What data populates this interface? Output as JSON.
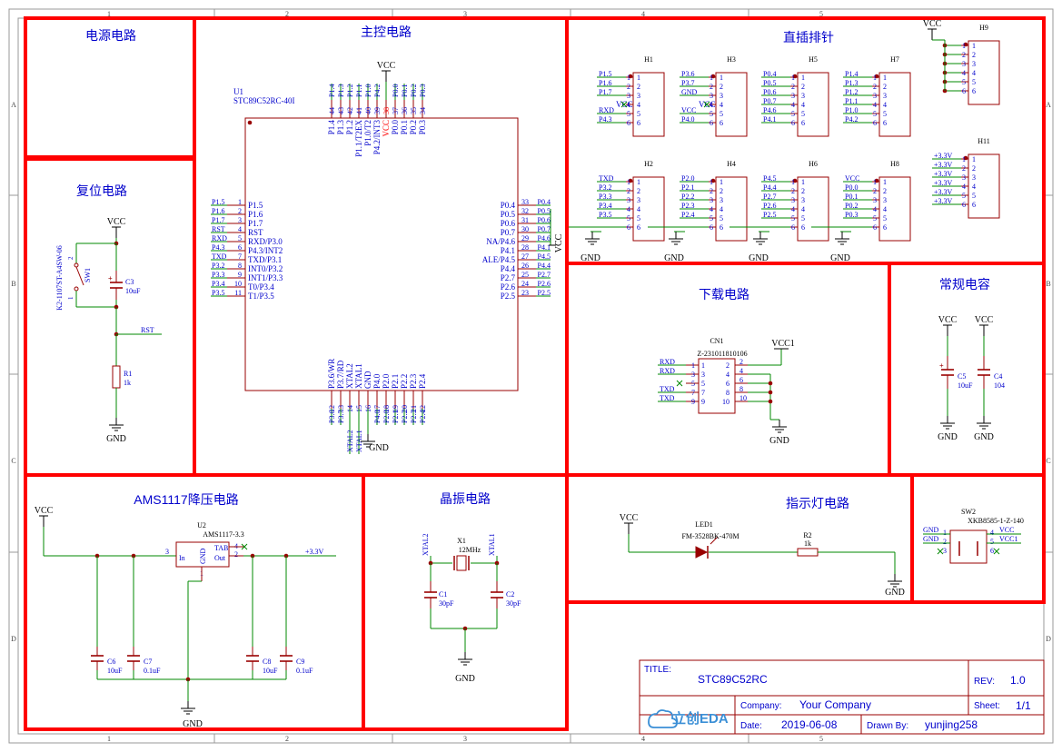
{
  "border": {
    "cols": [
      "1",
      "2",
      "3",
      "4",
      "5"
    ],
    "rows": [
      "A",
      "B",
      "C",
      "D"
    ]
  },
  "sections": {
    "power": "电源电路",
    "reset": "复位电路",
    "mcu": "主控电路",
    "headers": "直插排针",
    "download": "下载电路",
    "caps": "常规电容",
    "ams": "AMS1117降压电路",
    "crystal": "晶振电路",
    "led": "指示灯电路"
  },
  "net": {
    "vcc": "VCC",
    "vcc1": "VCC1",
    "gnd": "GND",
    "rst": "RST",
    "v33": "+3.3V",
    "xtal1": "XTAL1",
    "xtal2": "XTAL2"
  },
  "mcu": {
    "ref": "U1",
    "part": "STC89C52RC-40I",
    "left_pins": [
      {
        "num": "1",
        "name": "P1.5",
        "net": "P1.5"
      },
      {
        "num": "2",
        "name": "P1.6",
        "net": "P1.6"
      },
      {
        "num": "3",
        "name": "P1.7",
        "net": "P1.7"
      },
      {
        "num": "4",
        "name": "RST",
        "net": "RST"
      },
      {
        "num": "5",
        "name": "RXD/P3.0",
        "net": "RXD"
      },
      {
        "num": "6",
        "name": "P4.3/INT2",
        "net": "P4.3"
      },
      {
        "num": "7",
        "name": "TXD/P3.1",
        "net": "TXD"
      },
      {
        "num": "8",
        "name": "INT0/P3.2",
        "net": "P3.2"
      },
      {
        "num": "9",
        "name": "INT1/P3.3",
        "net": "P3.3"
      },
      {
        "num": "10",
        "name": "T0/P3.4",
        "net": "P3.4"
      },
      {
        "num": "11",
        "name": "T1/P3.5",
        "net": "P3.5"
      }
    ],
    "right_pins": [
      {
        "num": "33",
        "name": "P0.4",
        "net": "P0.4"
      },
      {
        "num": "32",
        "name": "P0.5",
        "net": "P0.5"
      },
      {
        "num": "31",
        "name": "P0.6",
        "net": "P0.6"
      },
      {
        "num": "30",
        "name": "P0.7",
        "net": "P0.7"
      },
      {
        "num": "29",
        "name": "NA/P4.6",
        "net": "P4.6"
      },
      {
        "num": "28",
        "name": "P4.1",
        "net": "P4.1"
      },
      {
        "num": "27",
        "name": "ALE/P4.5",
        "net": "P4.5"
      },
      {
        "num": "26",
        "name": "P4.4",
        "net": "P4.4"
      },
      {
        "num": "25",
        "name": "P2.7",
        "net": "P2.7"
      },
      {
        "num": "24",
        "name": "P2.6",
        "net": "P2.6"
      },
      {
        "num": "23",
        "name": "P2.5",
        "net": "P2.5"
      }
    ],
    "top_pins": [
      {
        "num": "44",
        "name": "P1.4",
        "net": "P1.4"
      },
      {
        "num": "43",
        "name": "P1.3",
        "net": "P1.3"
      },
      {
        "num": "42",
        "name": "P1.2",
        "net": "P1.2"
      },
      {
        "num": "41",
        "name": "P1.1/T2EX",
        "net": "P1.1"
      },
      {
        "num": "40",
        "name": "P1.0/T2",
        "net": "P1.0"
      },
      {
        "num": "39",
        "name": "P4.2/INT3",
        "net": "P4.2"
      },
      {
        "num": "38",
        "name": "VCC",
        "net": "VCC"
      },
      {
        "num": "37",
        "name": "P0.0",
        "net": "P0.0"
      },
      {
        "num": "36",
        "name": "P0.1",
        "net": "P0.1"
      },
      {
        "num": "35",
        "name": "P0.2",
        "net": "P0.2"
      },
      {
        "num": "34",
        "name": "P0.3",
        "net": "P0.3"
      }
    ],
    "bottom_pins": [
      {
        "num": "12",
        "name": "P3.6/WR",
        "net": "P3.6"
      },
      {
        "num": "13",
        "name": "P3.7/RD",
        "net": "P3.7"
      },
      {
        "num": "14",
        "name": "XTAL2",
        "net": "XTAL2"
      },
      {
        "num": "15",
        "name": "XTAL1",
        "net": "XTAL1"
      },
      {
        "num": "16",
        "name": "GND",
        "net": "GND"
      },
      {
        "num": "17",
        "name": "P4.0",
        "net": "P4.0"
      },
      {
        "num": "18",
        "name": "P2.0",
        "net": "P2.0"
      },
      {
        "num": "19",
        "name": "P2.1",
        "net": "P2.1"
      },
      {
        "num": "20",
        "name": "P2.2",
        "net": "P2.2"
      },
      {
        "num": "21",
        "name": "P2.3",
        "net": "P2.3"
      },
      {
        "num": "22",
        "name": "P2.4",
        "net": "P2.4"
      }
    ]
  },
  "headers": [
    {
      "ref": "H1",
      "nets": [
        "P1.5",
        "P1.6",
        "P1.7",
        "",
        "RXD",
        "P4.3"
      ]
    },
    {
      "ref": "H3",
      "nets": [
        "P3.6",
        "P3.7",
        "GND",
        "",
        "VCC",
        "P4.0"
      ]
    },
    {
      "ref": "H5",
      "nets": [
        "P0.4",
        "P0.5",
        "P0.6",
        "P0.7",
        "P4.6",
        "P4.1"
      ]
    },
    {
      "ref": "H7",
      "nets": [
        "P1.4",
        "P1.3",
        "P1.2",
        "P1.1",
        "P1.0",
        "P4.2"
      ]
    },
    {
      "ref": "H2",
      "nets": [
        "TXD",
        "P3.2",
        "P3.3",
        "P3.4",
        "P3.5",
        ""
      ]
    },
    {
      "ref": "H4",
      "nets": [
        "P2.0",
        "P2.1",
        "P2.2",
        "P2.3",
        "P2.4",
        ""
      ]
    },
    {
      "ref": "H6",
      "nets": [
        "P4.5",
        "P4.4",
        "P2.7",
        "P2.6",
        "P2.5",
        ""
      ]
    },
    {
      "ref": "H8",
      "nets": [
        "VCC",
        "P0.0",
        "P0.1",
        "P0.2",
        "P0.3",
        ""
      ]
    },
    {
      "ref": "H9",
      "nets": [
        "",
        "",
        "",
        "",
        "",
        ""
      ]
    },
    {
      "ref": "H11",
      "nets": [
        "+3.3V",
        "+3.3V",
        "+3.3V",
        "+3.3V",
        "+3.3V",
        "+3.3V"
      ]
    }
  ],
  "pin_numbers": [
    "1",
    "2",
    "3",
    "4",
    "5",
    "6"
  ],
  "reset": {
    "sw_ref": "SW1",
    "sw_part": "K2-1107ST-A4SW-06",
    "sw_pins": [
      "1",
      "2"
    ],
    "cap_ref": "C3",
    "cap_val": "10uF",
    "res_ref": "R1",
    "res_val": "1k"
  },
  "download": {
    "ref": "CN1",
    "part": "Z-231011810106",
    "left_nums": [
      "1",
      "3",
      "5",
      "7",
      "9"
    ],
    "right_nums": [
      "2",
      "4",
      "6",
      "8",
      "10"
    ],
    "left_nets": [
      "RXD",
      "RXD",
      "",
      "TXD",
      "TXD"
    ]
  },
  "caps": [
    {
      "ref": "C5",
      "val": "10uF"
    },
    {
      "ref": "C4",
      "val": "104"
    }
  ],
  "ams": {
    "ref": "U2",
    "part": "AMS1117-3.3",
    "pin_in": "In",
    "pin_tab": "TAB",
    "pin_out": "Out",
    "pin_gnd": "GND",
    "num_in": "3",
    "num_tab": "4",
    "num_out": "2",
    "num_gnd": "1",
    "caps": [
      {
        "ref": "C6",
        "val": "10uF"
      },
      {
        "ref": "C7",
        "val": "0.1uF"
      },
      {
        "ref": "C8",
        "val": "10uF"
      },
      {
        "ref": "C9",
        "val": "0.1uF"
      }
    ]
  },
  "crystal": {
    "ref": "X1",
    "val": "12MHz",
    "caps": [
      {
        "ref": "C1",
        "val": "30pF"
      },
      {
        "ref": "C2",
        "val": "30pF"
      }
    ]
  },
  "led": {
    "ref": "LED1",
    "part": "FM-3528BK-470M",
    "res_ref": "R2",
    "res_val": "1k"
  },
  "sw2": {
    "ref": "SW2",
    "part": "XKB8585-1-Z-140",
    "pins": [
      "1",
      "2",
      "3",
      "4",
      "5",
      "6"
    ]
  },
  "title_block": {
    "title_label": "TITLE:",
    "title": "STC89C52RC",
    "rev_label": "REV:",
    "rev": "1.0",
    "company_label": "Company:",
    "company": "Your Company",
    "sheet_label": "Sheet:",
    "sheet": "1/1",
    "date_label": "Date:",
    "date": "2019-06-08",
    "drawn_label": "Drawn By:",
    "drawn": "yunjing258",
    "logo": "立创EDA"
  },
  "colors": {
    "frame": "#ff0000",
    "comp": "#990000",
    "wire": "#008800",
    "text": "#0000cc",
    "black": "#000000"
  }
}
